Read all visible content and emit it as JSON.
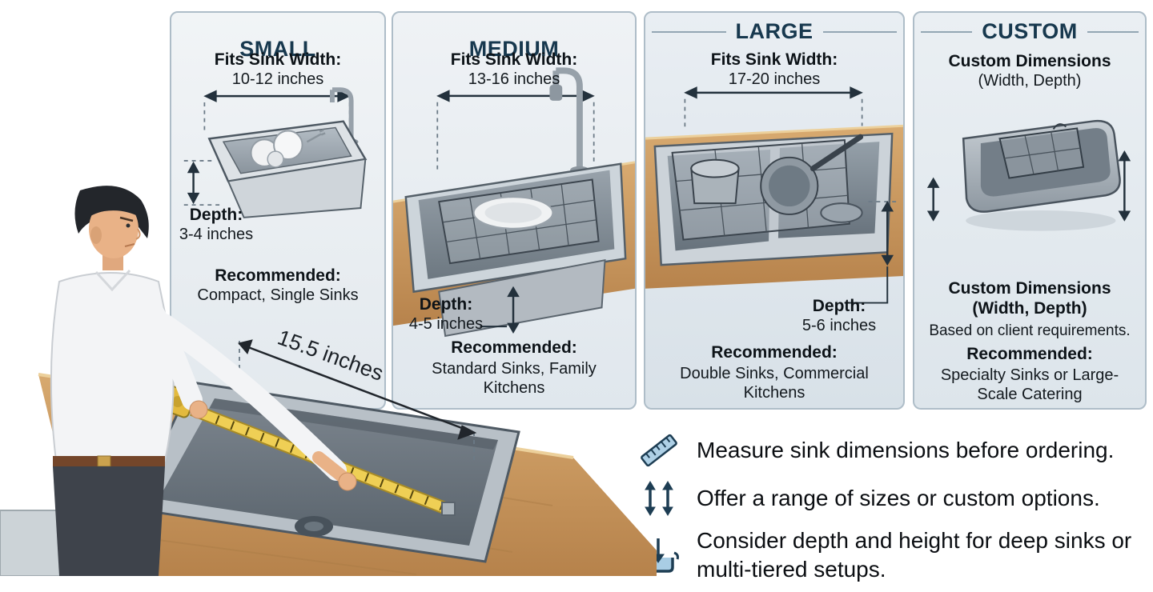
{
  "panels": [
    {
      "title": "SMALL",
      "fits_label": "Fits Sink Width:",
      "fits_value": "10-12 inches",
      "depth_label": "Depth:",
      "depth_value": "3-4 inches",
      "rec_label": "Recommended:",
      "rec_value": "Compact, Single Sinks"
    },
    {
      "title": "MEDIUM",
      "fits_label": "Fits Sink Width:",
      "fits_value": "13-16 inches",
      "depth_label": "Depth:",
      "depth_value": "4-5 inches",
      "rec_label": "Recommended:",
      "rec_value": "Standard Sinks, Family Kitchens"
    },
    {
      "title": "LARGE",
      "fits_label": "Fits Sink Width:",
      "fits_value": "17-20 inches",
      "depth_label": "Depth:",
      "depth_value": "5-6 inches",
      "rec_label": "Recommended:",
      "rec_value": "Double Sinks, Commercial Kitchens"
    },
    {
      "title": "CUSTOM",
      "top_label": "Custom Dimensions",
      "top_value": "(Width, Depth)",
      "mid_label": "Custom Dimensions",
      "mid_value": "(Width, Depth)",
      "based_value": "Based on client requirements.",
      "rec_label": "Recommended:",
      "rec_value": "Specialty Sinks or Large-Scale Catering"
    }
  ],
  "measurement": {
    "value": "15.5 inches"
  },
  "notes": [
    {
      "icon": "ruler-icon",
      "text": "Measure sink dimensions before ordering."
    },
    {
      "icon": "height-arrows-icon",
      "text": "Offer a range of sizes or custom options."
    },
    {
      "icon": "depth-basin-icon",
      "text": "Consider depth and height for deep sinks or multi-tiered setups."
    }
  ],
  "colors": {
    "navy": "#1d3d53",
    "panel_border": "#aebdc8",
    "wood": "#c79a63",
    "tape_yellow": "#e9c94d",
    "light_blue": "#a9cde4"
  }
}
